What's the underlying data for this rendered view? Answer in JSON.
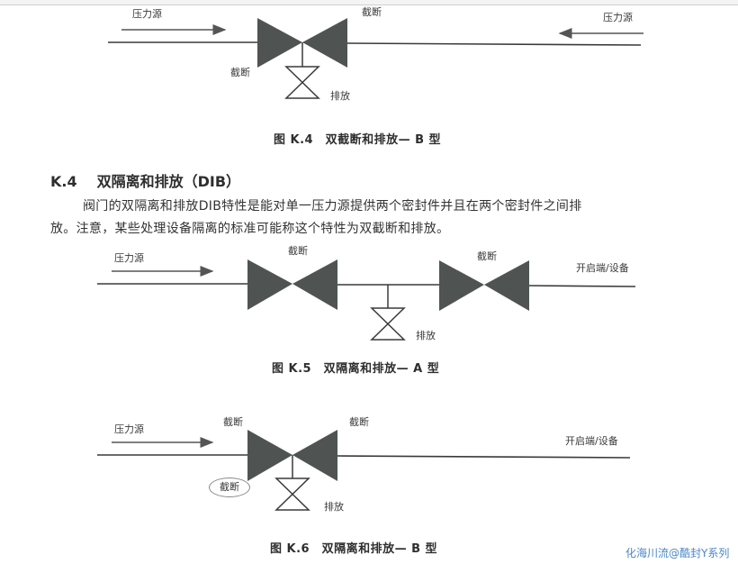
{
  "figure_k4": {
    "label_pressure_left": "压力源",
    "label_pressure_right": "压力源",
    "label_block_top": "截断",
    "label_block_left": "截断",
    "label_bleed": "排放",
    "caption": "图 K.4　双截断和排放— B 型"
  },
  "section": {
    "number": "K.4",
    "title": "双隔离和排放（DIB）",
    "paragraph_line1": "阀门的双隔离和排放DIB特性是能对单一压力源提供两个密封件并且在两个密封件之间排",
    "paragraph_line2": "放。注意，某些处理设备隔离的标准可能称这个特性为双截断和排放。"
  },
  "figure_k5": {
    "label_pressure": "压力源",
    "label_block_1": "截断",
    "label_block_2": "截断",
    "label_bleed": "排放",
    "label_open_end": "开启端/设备",
    "caption": "图 K.5　双隔离和排放— A 型"
  },
  "figure_k6": {
    "label_pressure": "压力源",
    "label_block_top_left": "截断",
    "label_block_top_right": "截断",
    "label_block_circled": "截断",
    "label_bleed": "排放",
    "label_open_end": "开启端/设备",
    "caption": "图 K.6　双隔离和排放— B 型"
  },
  "watermark": "化海川流@酷封Y系列",
  "colors": {
    "valve_fill": "#4f5452",
    "line": "#3a3a3a",
    "watermark": "#4a86c5"
  }
}
